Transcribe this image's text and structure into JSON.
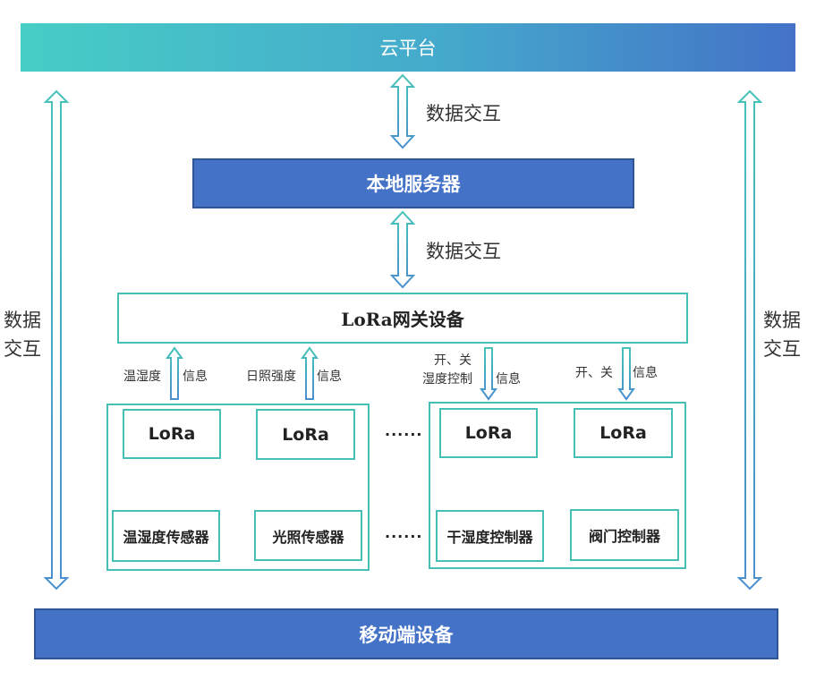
{
  "cloud_platform": "云平台",
  "local_server": "本地服务器",
  "gateway": "LoRa网关设备",
  "mobile_device": "移动端设备",
  "data_exchange": "数据交互",
  "side_label_line1": "数据",
  "side_label_line2": "交互",
  "info": "信息",
  "label_temp_humidity": "温湿度",
  "label_sunlight": "日照强度",
  "label_switch": "开、关",
  "label_humidity_control": "湿度控制",
  "lora": "LoRa",
  "ellipsis": "······",
  "sensors": {
    "temp_humidity_sensor": "温湿度传感器",
    "light_sensor": "光照传感器"
  },
  "controllers": {
    "dry_humidity_controller": "干湿度控制器",
    "valve_controller": "阀门控制器"
  },
  "colors": {
    "blue": "#4472c7",
    "teal": "#46bfb6",
    "gradient_start": "#47cdc6",
    "gradient_end": "#4472c7"
  }
}
